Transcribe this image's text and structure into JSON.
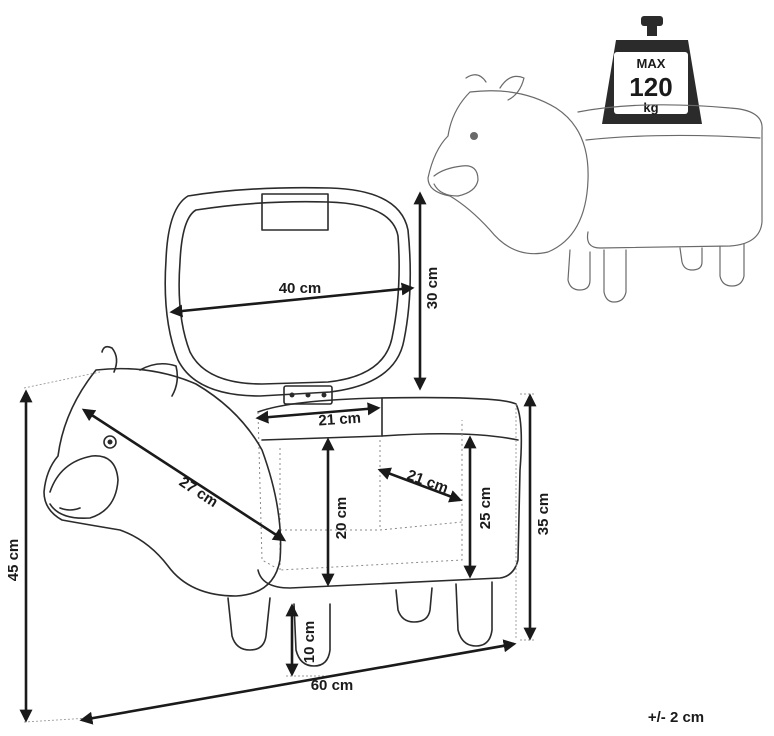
{
  "weight_badge": {
    "line1": "MAX",
    "line2": "120",
    "line3": "kg"
  },
  "dimensions": {
    "lid_width": "40 cm",
    "lid_height": "30 cm",
    "compartment_width": "21 cm",
    "compartment_depth": "21 cm",
    "compartment_height": "20 cm",
    "head_length": "27 cm",
    "body_height": "25 cm",
    "seat_height": "35 cm",
    "total_height": "45 cm",
    "leg_height": "10 cm",
    "total_length": "60 cm"
  },
  "tolerance": "+/- 2 cm"
}
